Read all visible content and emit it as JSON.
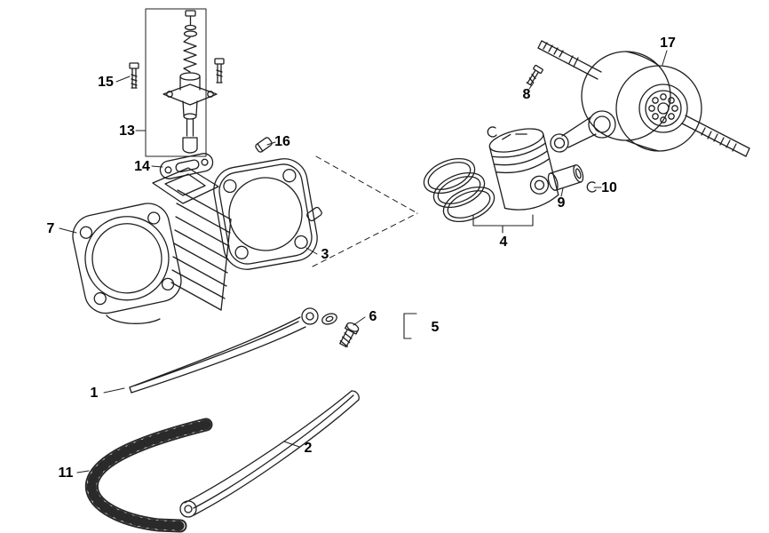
{
  "colors": {
    "background": "#ffffff",
    "line": "#1f1f1f",
    "label_text": "#000000"
  },
  "labels": [
    {
      "text": "1"
    },
    {
      "text": "2"
    },
    {
      "text": "3"
    },
    {
      "text": "4"
    },
    {
      "text": "5"
    },
    {
      "text": "6"
    },
    {
      "text": "7"
    },
    {
      "text": "8"
    },
    {
      "text": "9"
    },
    {
      "text": "10"
    },
    {
      "text": "11"
    },
    {
      "text": "13"
    },
    {
      "text": "14"
    },
    {
      "text": "15"
    },
    {
      "text": "16"
    },
    {
      "text": "17"
    }
  ]
}
